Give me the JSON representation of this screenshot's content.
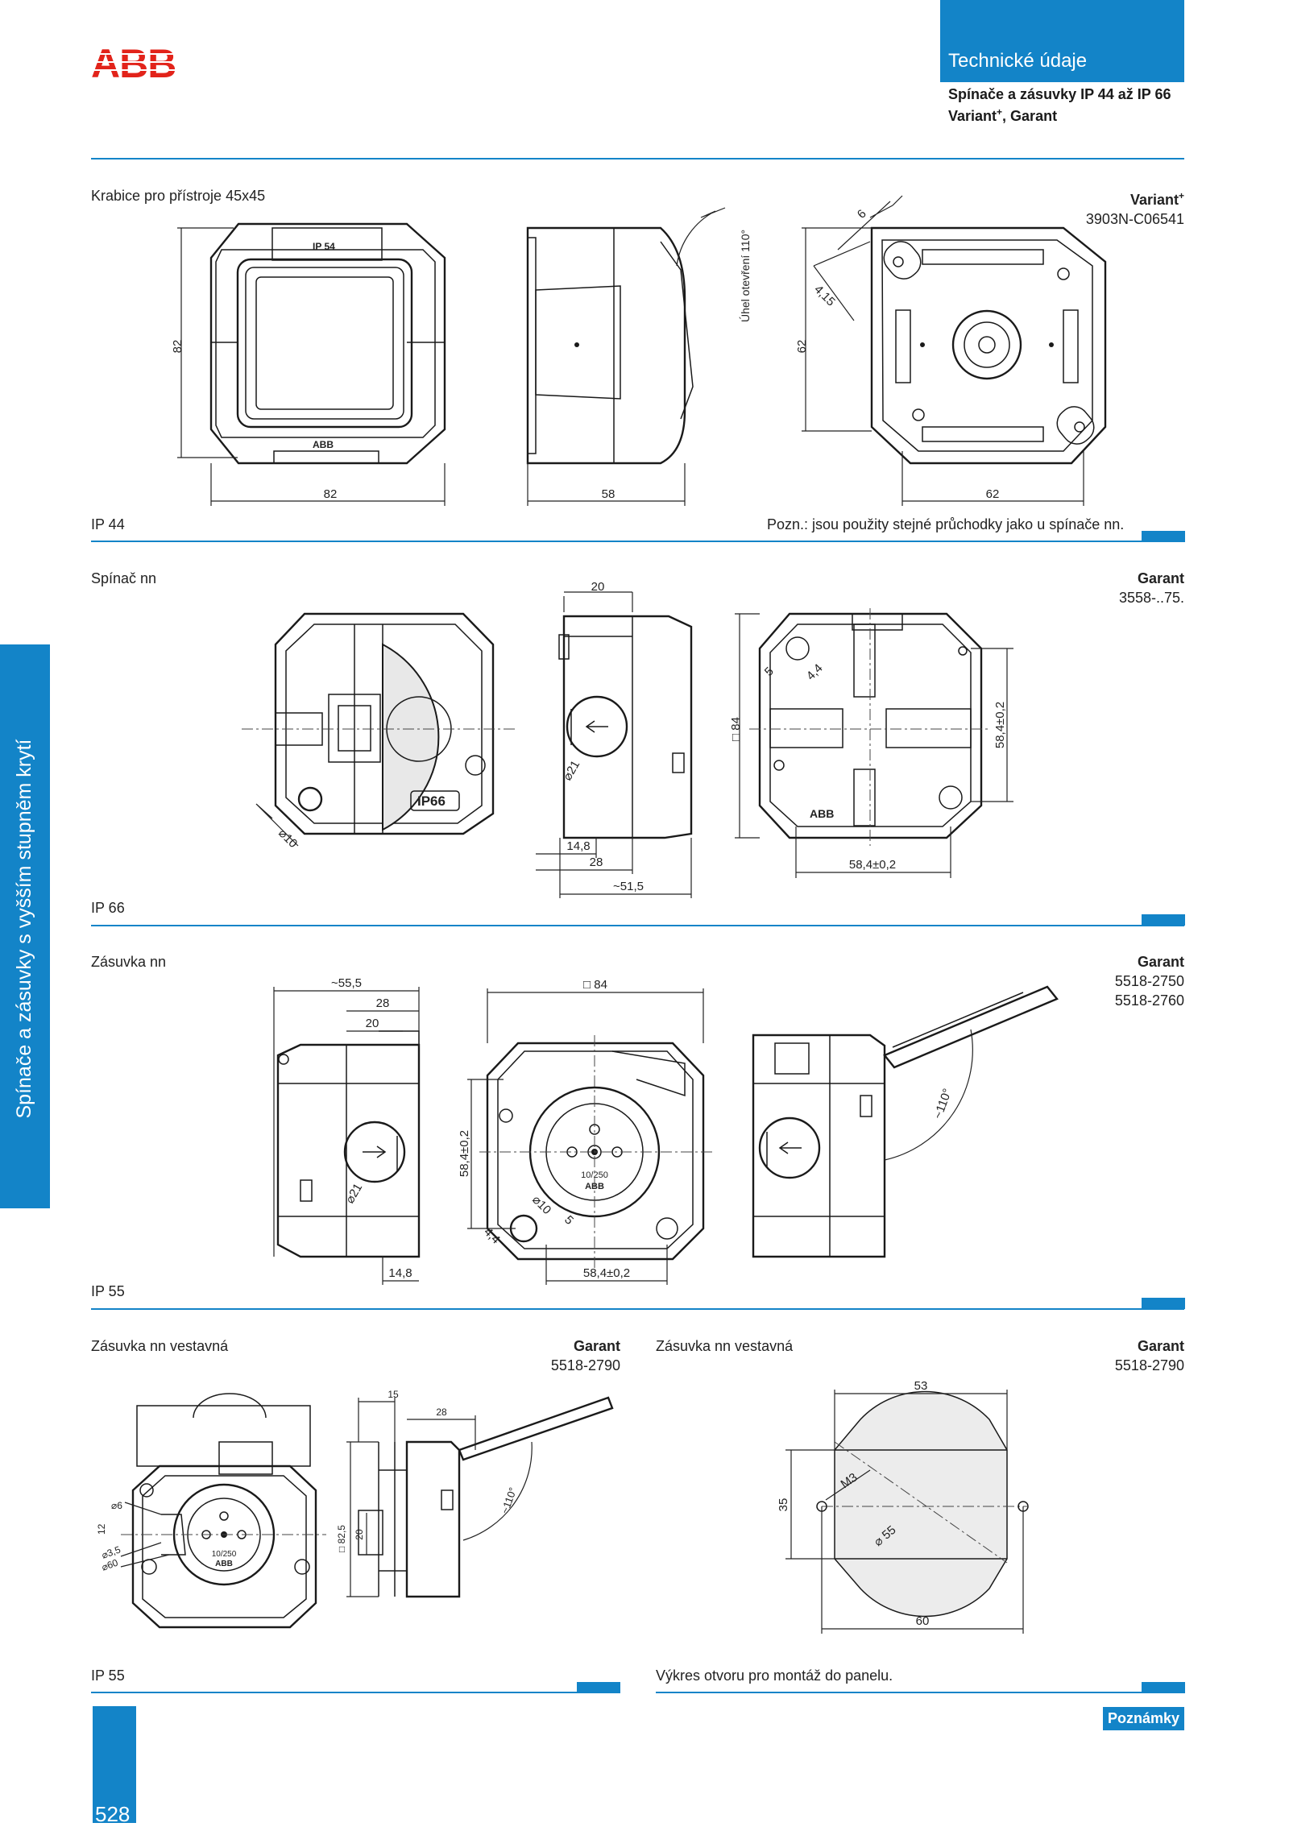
{
  "header": {
    "brand": "ABB",
    "section_title": "Technické údaje",
    "subtitle_line1": "Spínače a zásuvky IP 44 až IP 66",
    "subtitle_line2_a": "Variant",
    "subtitle_line2_sup": "+",
    "subtitle_line2_b": ", Garant"
  },
  "side_tab": "Spínače a zásuvky s vyšším stupněm krytí",
  "sections": {
    "s1": {
      "title": "Krabice pro přístroje 45x45",
      "product": "Variant",
      "product_sup": "+",
      "code": "3903N-C06541",
      "rating": "IP 44",
      "note": "Pozn.: jsou použity stejné průchodky jako u spínače nn.",
      "dims": {
        "front_h": "82",
        "front_w": "82",
        "side_w": "58",
        "angle": "Úhel otevření 110°",
        "back_6": "6",
        "back_415": "4,15",
        "back_h": "62",
        "back_w": "62",
        "ip_mark": "IP 54",
        "logo": "ABB"
      }
    },
    "s2": {
      "title": "Spínač nn",
      "product": "Garant",
      "code": "3558-..75.",
      "rating": "IP 66",
      "dims": {
        "d10": "⌀10",
        "ip_mark": "IP66",
        "top20": "20",
        "d21": "⌀21",
        "w148": "14,8",
        "w28": "28",
        "w515": "~51,5",
        "sq84": "□ 84",
        "s5": "5",
        "s44": "4,4",
        "v584": "58,4±0,2",
        "h584": "58,4±0,2",
        "logo": "ABB"
      }
    },
    "s3": {
      "title": "Zásuvka nn",
      "product": "Garant",
      "code1": "5518-2750",
      "code2": "5518-2760",
      "rating": "IP 55",
      "dims": {
        "w555": "~55,5",
        "w28": "28",
        "w20": "20",
        "d21": "⌀21",
        "w148": "14,8",
        "sq84": "□ 84",
        "v584": "58,4±0,2",
        "d10": "⌀10",
        "s5": "5",
        "s44": "4,4",
        "h584": "58,4±0,2",
        "socket_rating": "10/250",
        "angle": "~110°",
        "logo": "ABB"
      }
    },
    "s4": {
      "title": "Zásuvka nn vestavná",
      "product": "Garant",
      "code": "5518-2790",
      "rating": "IP 55",
      "dims": {
        "d6": "⌀6",
        "s12": "12",
        "d35": "⌀3,5",
        "d60": "⌀60",
        "socket_rating": "10/250",
        "w15": "15",
        "w28": "28",
        "sq825": "□ 82,5",
        "v20": "20",
        "angle": "~110°",
        "logo": "ABB"
      }
    },
    "s5": {
      "title": "Zásuvka nn vestavná",
      "product": "Garant",
      "code": "5518-2790",
      "caption": "Výkres otvoru pro montáž do panelu.",
      "dims": {
        "w53": "53",
        "h35": "35",
        "m3": "M3",
        "d55": "⌀ 55",
        "w60": "60"
      }
    }
  },
  "footer": {
    "page": "528",
    "notes": "Poznámky"
  }
}
